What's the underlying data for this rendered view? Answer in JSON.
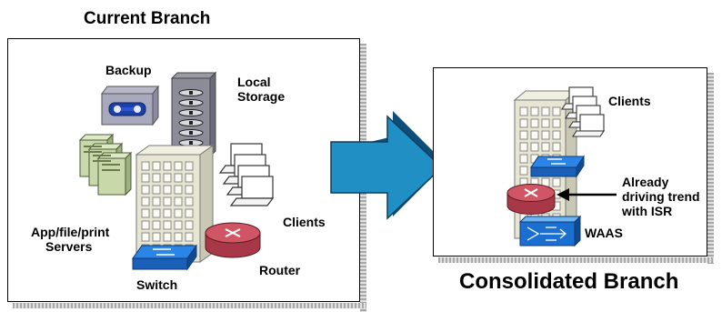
{
  "current_branch": {
    "title": "Current Branch",
    "labels": {
      "backup": "Backup",
      "local_storage_line1": "Local",
      "local_storage_line2": "Storage",
      "servers_line1": "App/file/print",
      "servers_line2": "Servers",
      "clients": "Clients",
      "router": "Router",
      "switch": "Switch"
    }
  },
  "consolidated_branch": {
    "title": "Consolidated Branch",
    "labels": {
      "clients": "Clients",
      "annotation_line1": "Already",
      "annotation_line2": "driving trend",
      "annotation_line3": "with ISR",
      "waas": "WAAS"
    }
  },
  "colors": {
    "arrow_blue": "#1f8fc4",
    "router_red": "#c94a5a",
    "switch_blue": "#1a6fd0",
    "building": "#e6e6d2",
    "server_green": "#c8d8a8"
  }
}
